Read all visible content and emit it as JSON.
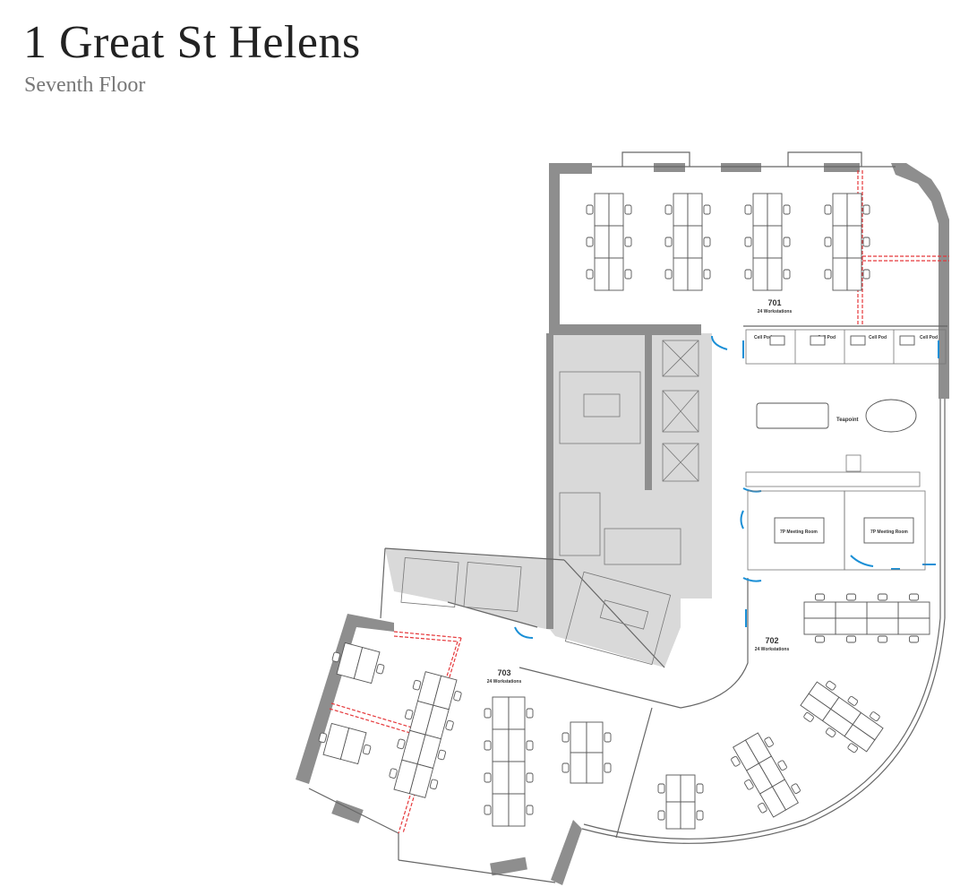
{
  "header": {
    "title": "1 Great St Helens",
    "subtitle": "Seventh Floor"
  },
  "rooms": {
    "r701": {
      "number": "701",
      "capacity": "24 Workstations"
    },
    "r702": {
      "number": "702",
      "capacity": "24 Workstations"
    },
    "r703": {
      "number": "703",
      "capacity": "24 Workstations"
    },
    "cell_pod": "Cell Pod",
    "teapoint": "Teapoint",
    "meeting_1": "7P Meeting Room",
    "meeting_2": "7P Meeting Room"
  },
  "colors": {
    "wall": "#8e8e8e",
    "core": "#d9d9d9",
    "partition": "#e5373a",
    "door": "#1a8fd6"
  }
}
